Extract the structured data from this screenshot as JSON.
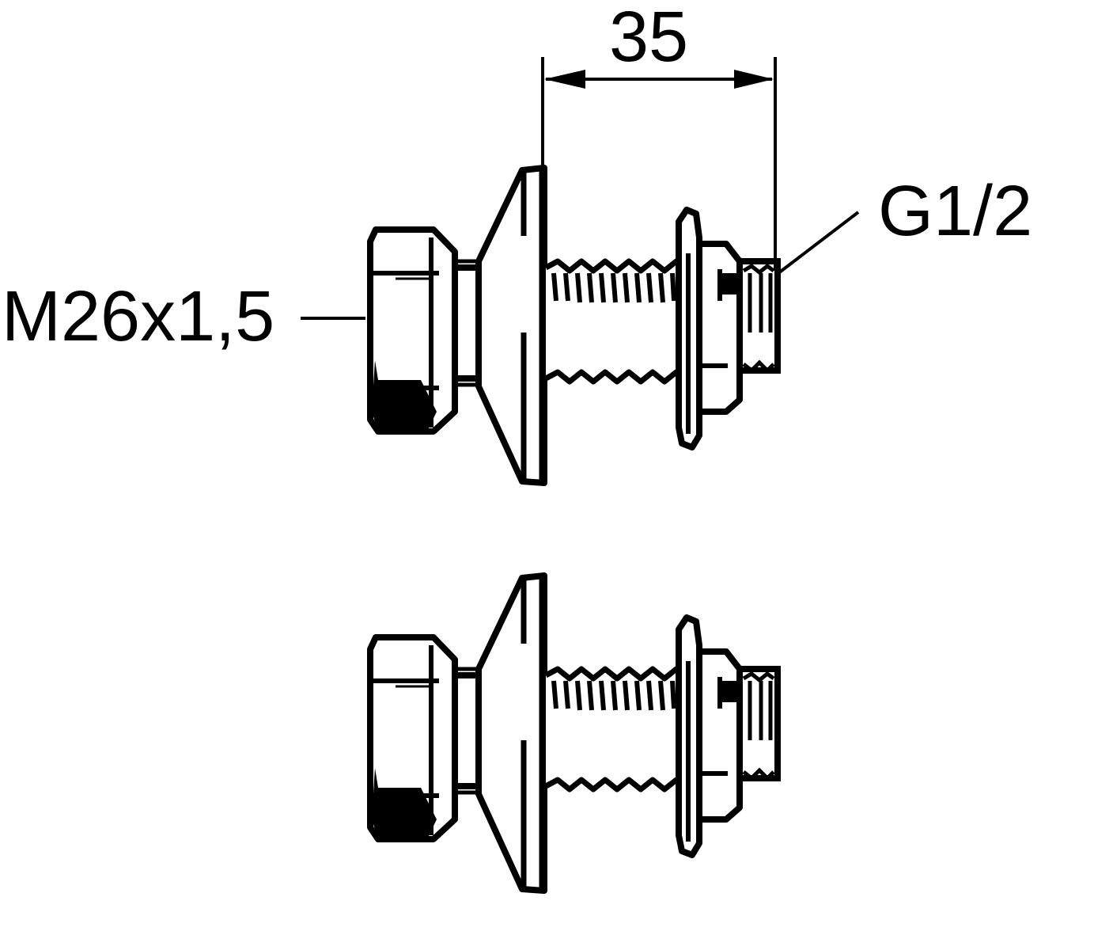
{
  "labels": {
    "dimension": "35",
    "thread_left": "M26x1,5",
    "thread_right": "G1/2"
  },
  "colors": {
    "ink": "#000000",
    "paper": "#ffffff"
  }
}
